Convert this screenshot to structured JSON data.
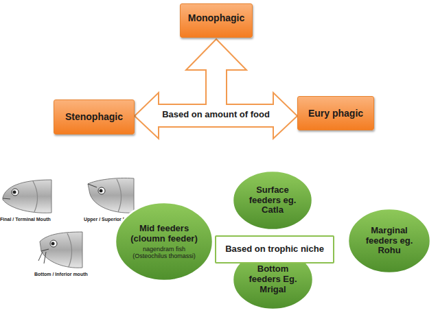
{
  "diagram": {
    "nodes": [
      {
        "text": [
          "Monophagic"
        ]
      },
      {
        "text": [
          "Stenophagic"
        ]
      },
      {
        "text": [
          "Based on amount of food"
        ]
      },
      {
        "text": [
          "Eury phagic"
        ]
      },
      {
        "text": [
          "Surface feeders eg. Catla"
        ]
      },
      {
        "text": [
          "Mid feeders (cloumn feeder)",
          "nagendram fish (Osteochilus thomassi)"
        ]
      },
      {
        "text": [
          "Based on trophic niche"
        ]
      },
      {
        "text": [
          "Marginal feeders eg. Rohu"
        ]
      },
      {
        "text": [
          "Bottom feeders Eg. Mrigal"
        ]
      }
    ],
    "labels": [
      "Final / Terminal Mouth",
      "Upper / Superior Mouth",
      "Bottom / Inferior mouth"
    ]
  }
}
